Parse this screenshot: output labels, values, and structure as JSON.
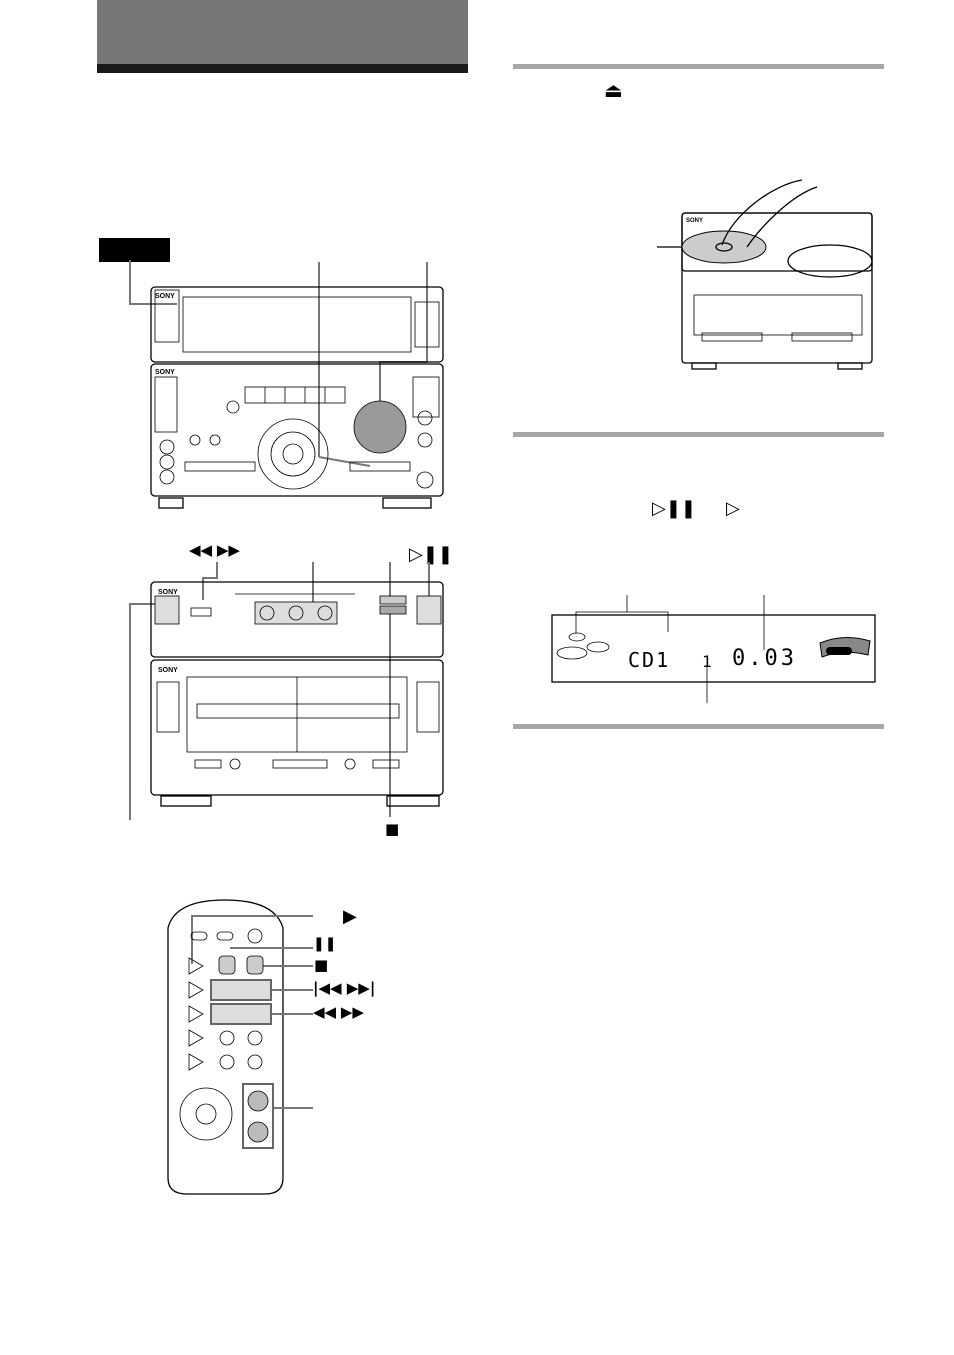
{
  "header": {
    "band_color": "#777777",
    "rule_color": "#1a1a1a",
    "step_badge_color": "#000000"
  },
  "section_rules": {
    "color": "#a6a6a6",
    "count": 3
  },
  "symbols": {
    "eject": "⏏",
    "play_pause": "▷❚❚",
    "play": "▷",
    "rewind_ff": "◀◀ ▶▶",
    "unit_play_pause": "▷❚❚",
    "stop": "■",
    "remote_play": "▶",
    "remote_pause": "❚❚",
    "remote_stop": "■",
    "remote_skip": "|◀◀  ▶▶|",
    "remote_search": "◀◀ ▶▶"
  },
  "brand": "SONY",
  "display": {
    "disc": "CD1",
    "track": "1",
    "time": "0.03"
  },
  "icons": [
    "eject-icon",
    "play-pause-icon",
    "play-icon",
    "stop-icon",
    "rewind-icon",
    "fast-forward-icon",
    "skip-icon"
  ]
}
